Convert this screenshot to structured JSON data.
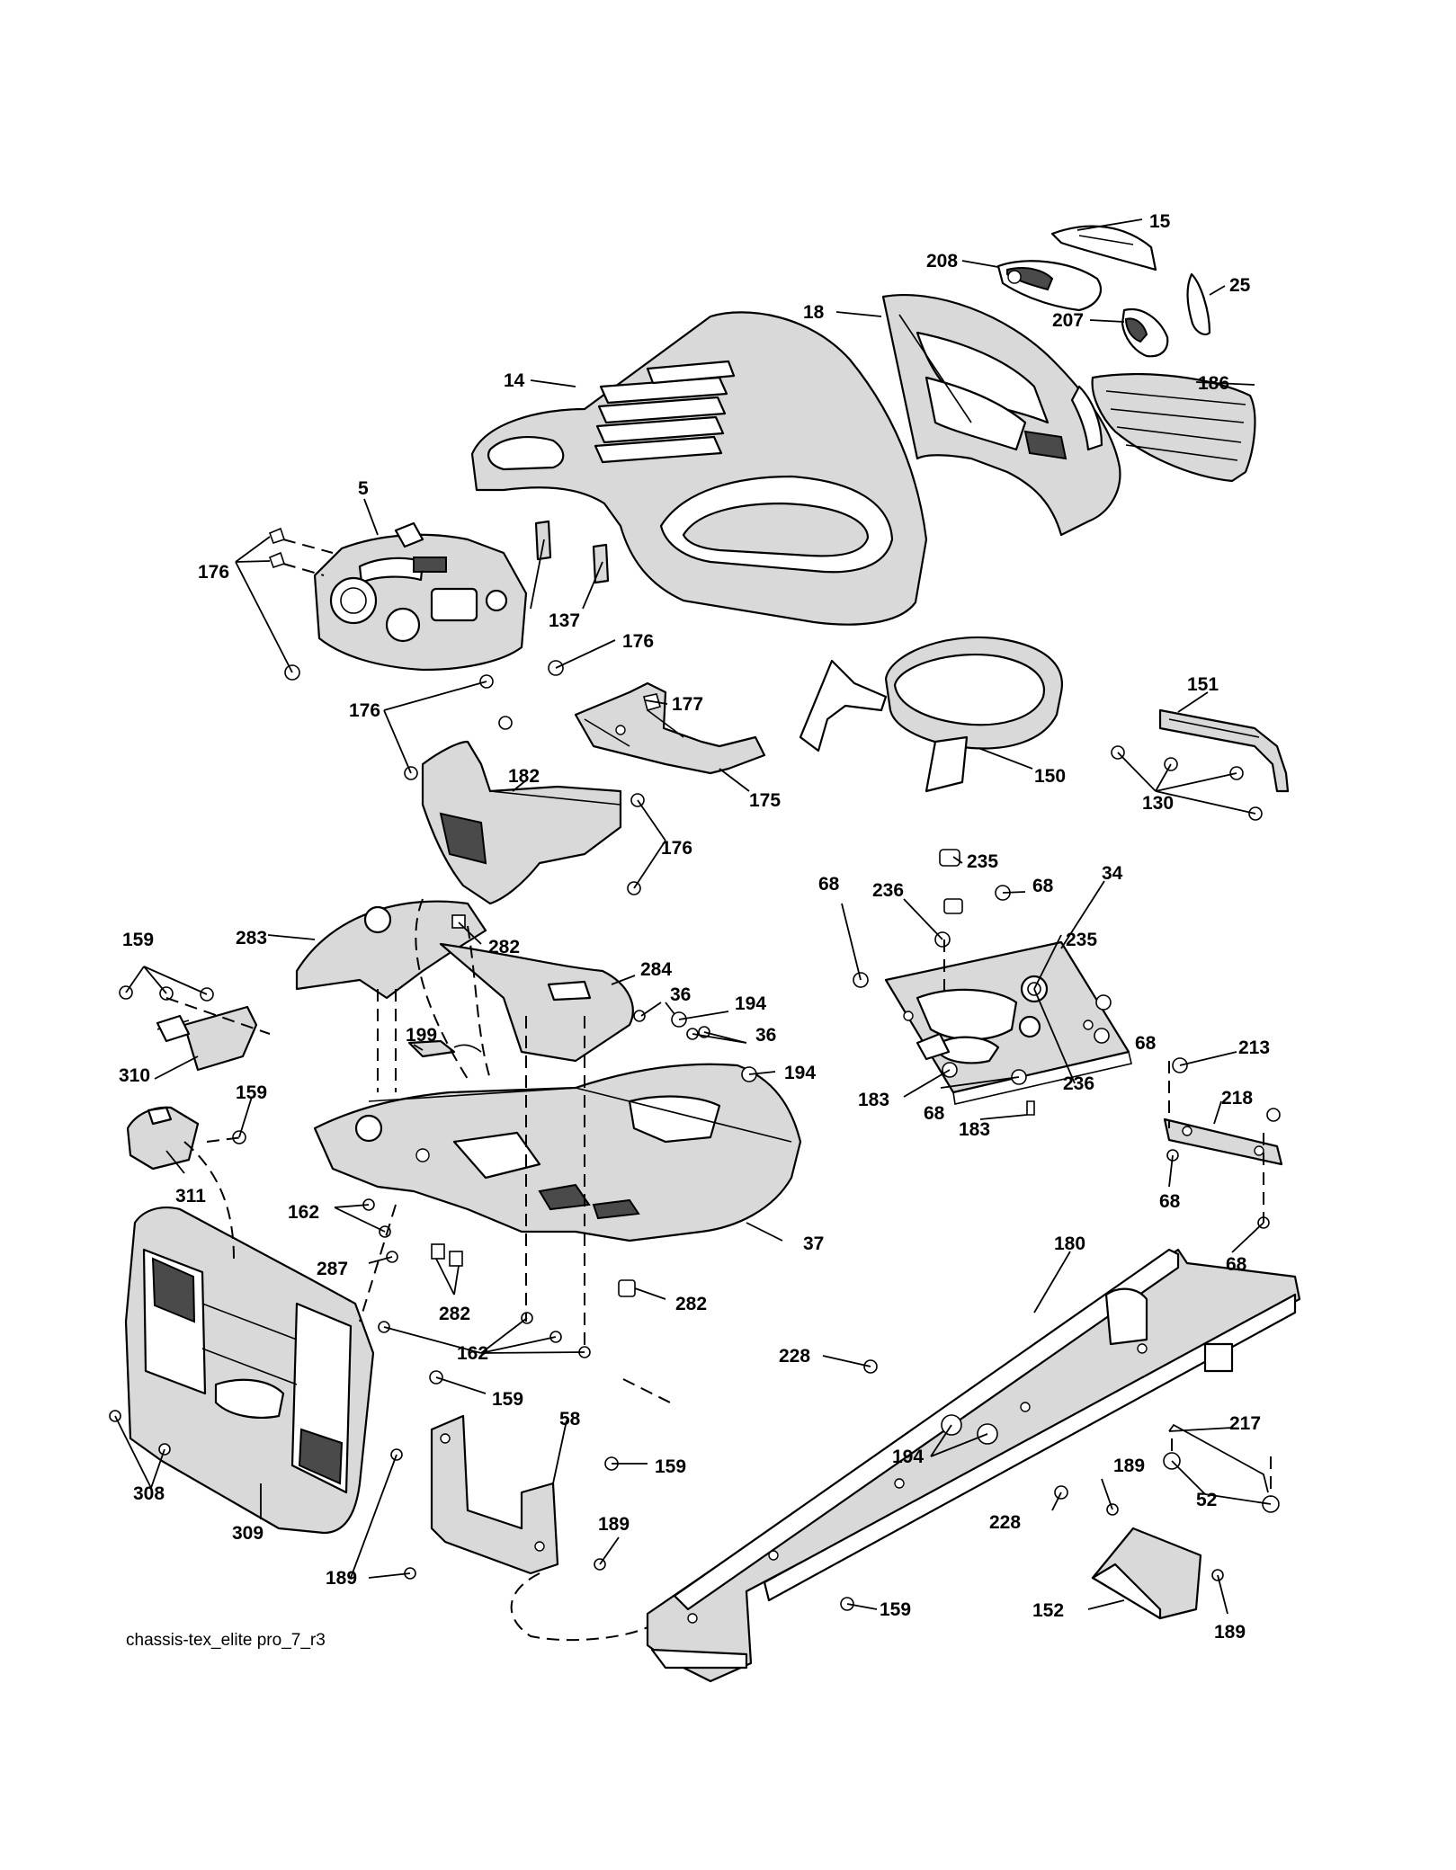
{
  "diagram": {
    "caption": "chassis-tex_elite pro_7_r3",
    "labels": [
      {
        "id": "15",
        "text": "15"
      },
      {
        "id": "208",
        "text": "208"
      },
      {
        "id": "25",
        "text": "25"
      },
      {
        "id": "18",
        "text": "18"
      },
      {
        "id": "207",
        "text": "207"
      },
      {
        "id": "14",
        "text": "14"
      },
      {
        "id": "186",
        "text": "186"
      },
      {
        "id": "5",
        "text": "5"
      },
      {
        "id": "176a",
        "text": "176"
      },
      {
        "id": "137",
        "text": "137"
      },
      {
        "id": "176b",
        "text": "176"
      },
      {
        "id": "177",
        "text": "177"
      },
      {
        "id": "176c",
        "text": "176"
      },
      {
        "id": "151",
        "text": "151"
      },
      {
        "id": "182",
        "text": "182"
      },
      {
        "id": "175",
        "text": "175"
      },
      {
        "id": "150",
        "text": "150"
      },
      {
        "id": "130",
        "text": "130"
      },
      {
        "id": "176d",
        "text": "176"
      },
      {
        "id": "235a",
        "text": "235"
      },
      {
        "id": "34",
        "text": "34"
      },
      {
        "id": "236a",
        "text": "236"
      },
      {
        "id": "68a",
        "text": "68"
      },
      {
        "id": "68b",
        "text": "68"
      },
      {
        "id": "159a",
        "text": "159"
      },
      {
        "id": "283",
        "text": "283"
      },
      {
        "id": "282a",
        "text": "282"
      },
      {
        "id": "235b",
        "text": "235"
      },
      {
        "id": "284",
        "text": "284"
      },
      {
        "id": "36a",
        "text": "36"
      },
      {
        "id": "194a",
        "text": "194"
      },
      {
        "id": "199",
        "text": "199"
      },
      {
        "id": "36b",
        "text": "36"
      },
      {
        "id": "68c",
        "text": "68"
      },
      {
        "id": "310",
        "text": "310"
      },
      {
        "id": "194b",
        "text": "194"
      },
      {
        "id": "236b",
        "text": "236"
      },
      {
        "id": "213",
        "text": "213"
      },
      {
        "id": "159b",
        "text": "159"
      },
      {
        "id": "183a",
        "text": "183"
      },
      {
        "id": "68d",
        "text": "68"
      },
      {
        "id": "218",
        "text": "218"
      },
      {
        "id": "183b",
        "text": "183"
      },
      {
        "id": "311",
        "text": "311"
      },
      {
        "id": "68e",
        "text": "68"
      },
      {
        "id": "162a",
        "text": "162"
      },
      {
        "id": "37",
        "text": "37"
      },
      {
        "id": "180",
        "text": "180"
      },
      {
        "id": "68f",
        "text": "68"
      },
      {
        "id": "287",
        "text": "287"
      },
      {
        "id": "282b",
        "text": "282"
      },
      {
        "id": "282c",
        "text": "282"
      },
      {
        "id": "162b",
        "text": "162"
      },
      {
        "id": "228a",
        "text": "228"
      },
      {
        "id": "159c",
        "text": "159"
      },
      {
        "id": "58",
        "text": "58"
      },
      {
        "id": "217",
        "text": "217"
      },
      {
        "id": "194c",
        "text": "194"
      },
      {
        "id": "189a",
        "text": "189"
      },
      {
        "id": "159d",
        "text": "159"
      },
      {
        "id": "308",
        "text": "308"
      },
      {
        "id": "52",
        "text": "52"
      },
      {
        "id": "189b",
        "text": "189"
      },
      {
        "id": "228b",
        "text": "228"
      },
      {
        "id": "309",
        "text": "309"
      },
      {
        "id": "189c",
        "text": "189"
      },
      {
        "id": "152",
        "text": "152"
      },
      {
        "id": "159e",
        "text": "159"
      },
      {
        "id": "189d",
        "text": "189"
      }
    ]
  }
}
